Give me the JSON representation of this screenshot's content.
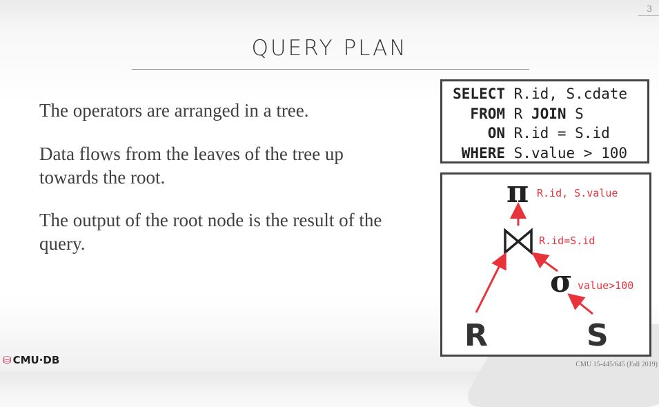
{
  "slide": {
    "number": "3",
    "title": "QUERY PLAN",
    "bullets": [
      "The operators are arranged in a tree.",
      "Data flows from the leaves of the tree up towards the root.",
      "The output of the root node is the result of the query."
    ]
  },
  "sql": {
    "lines": [
      {
        "keyword": "SELECT",
        "rest": "R.id, S.cdate"
      },
      {
        "keyword": "FROM",
        "rest": "R ",
        "keyword2": "JOIN",
        "rest2": " S"
      },
      {
        "keyword": "ON",
        "rest": "R.id = S.id"
      },
      {
        "keyword": "WHERE",
        "rest": "S.value > 100"
      }
    ]
  },
  "tree": {
    "projection_symbol": "π",
    "projection_label": "R.id, S.value",
    "join_label": "R.id=S.id",
    "selection_symbol": "σ",
    "selection_label": "value>100",
    "leaf_left": "R",
    "leaf_right": "S",
    "arrow_color": "#e8323c",
    "label_color": "#e8323c"
  },
  "footer": {
    "logo_text": "CMU·DB",
    "course": "CMU 15-445/645 (Fall 2019)"
  }
}
